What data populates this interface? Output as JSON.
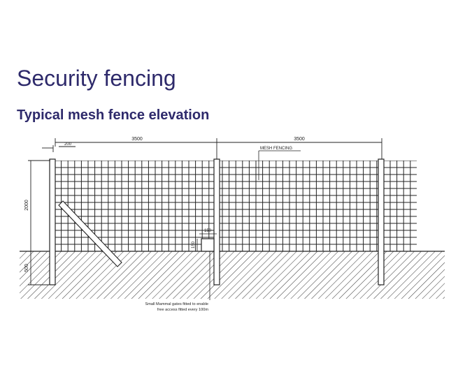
{
  "header": {
    "title": "Security fencing",
    "subtitle": "Typical mesh fence elevation"
  },
  "drawing": {
    "dimensions": {
      "post_spacing_left": "3500",
      "post_spacing_right": "3500",
      "post_offset": "200",
      "fence_height": "2000",
      "post_depth": "500",
      "gate_width": "150",
      "gate_height": "150"
    },
    "labels": {
      "mesh": "MESH FENCING",
      "gate_note_line1": "Small Mammal gates fitted to enable",
      "gate_note_line2": "free access fitted every 100m"
    },
    "colors": {
      "line": "#222222",
      "hatch": "#444444",
      "title": "#2e2a6b"
    }
  }
}
